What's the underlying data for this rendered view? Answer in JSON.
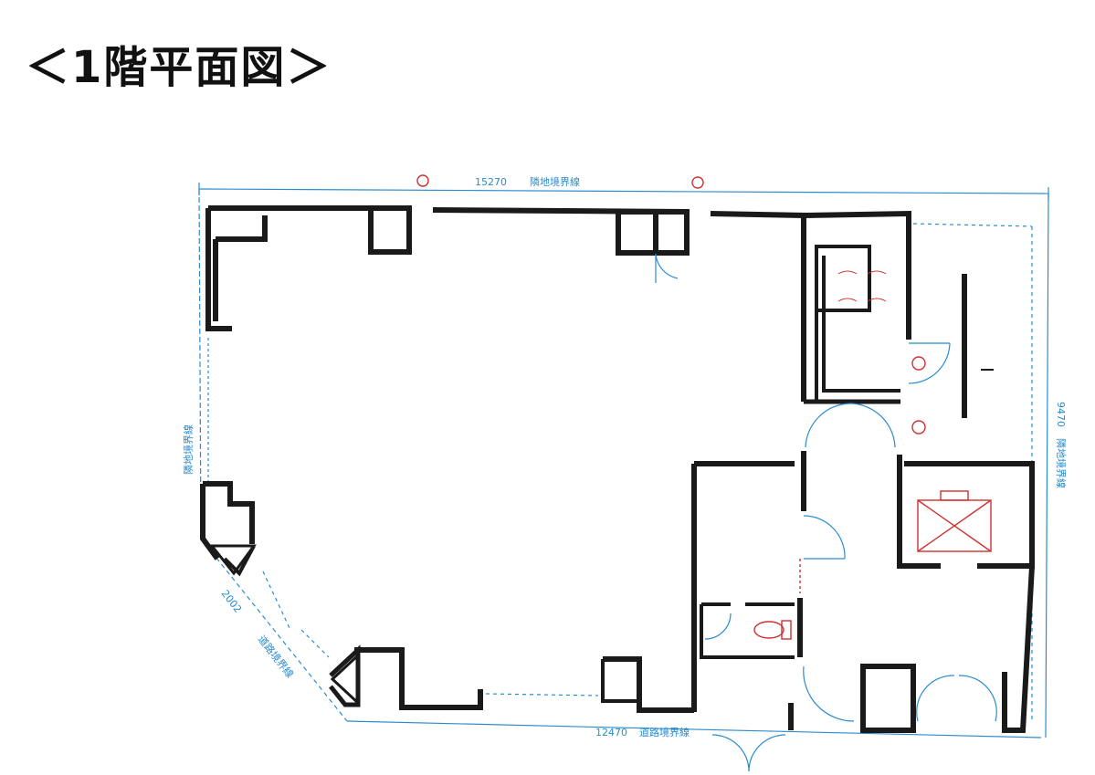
{
  "title": "＜1階平面図＞",
  "dimensions": {
    "top": "15270",
    "top_note": "隣地境界線",
    "bottom": "12470",
    "bottom_note": "道路境界線",
    "left_note": "隣地境界線",
    "right_value": "9470",
    "right_note": "隣地境界線",
    "diagonal": "2002",
    "diagonal_note": "道路境界線"
  },
  "colors": {
    "wall": "#1a1a1a",
    "dimension": "#2a8ccf",
    "accent": "#d03030"
  }
}
